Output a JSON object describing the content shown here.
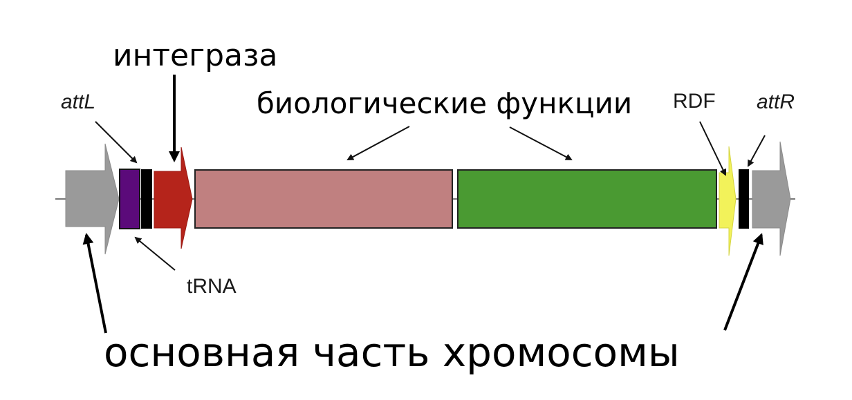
{
  "labels": {
    "integrase": "интеграза",
    "functions": "биологические функции",
    "attL": "attL",
    "rdf": "RDF",
    "attR": "attR",
    "trna": "tRNA",
    "core": "основная часть хромосомы"
  },
  "colors": {
    "chromosome": "#9a9a9a",
    "attL": "#5b0a7a",
    "trna": "#000000",
    "integrase": "#b5241b",
    "function_block_1": "#c08080",
    "function_block_2": "#4a9a32",
    "rdf": "#f2f25a",
    "attR": "#000000"
  }
}
